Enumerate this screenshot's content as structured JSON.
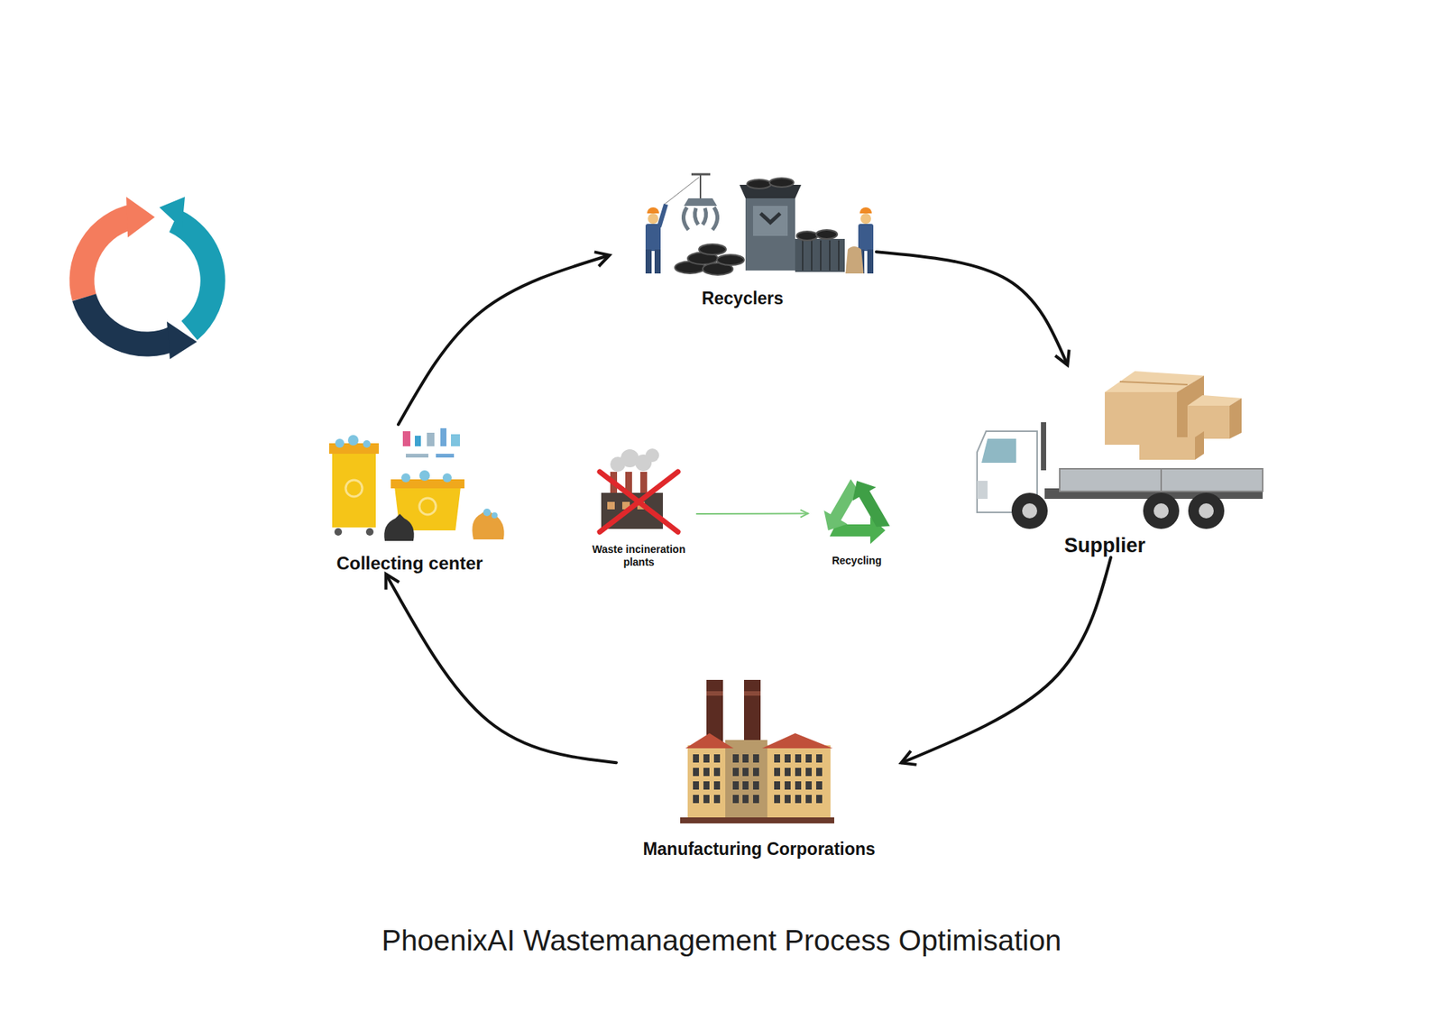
{
  "diagram": {
    "title": "PhoenixAI Wastemanagement Process Optimisation",
    "nodes": [
      {
        "text": [
          "Recyclers"
        ]
      },
      {
        "text": [
          "Collecting center"
        ]
      },
      {
        "text": [
          "Waste incineration plants"
        ]
      },
      {
        "text": [
          "Recycling"
        ]
      },
      {
        "text": [
          "Supplier"
        ]
      },
      {
        "text": [
          "Manufacturing Corporations"
        ]
      }
    ],
    "edges": [
      {
        "from": 1,
        "to": 0,
        "arrow": "to"
      },
      {
        "from": 0,
        "to": 4,
        "arrow": "to"
      },
      {
        "from": 4,
        "to": 5,
        "arrow": "to"
      },
      {
        "from": 5,
        "to": 1,
        "arrow": "to"
      },
      {
        "from": 2,
        "to": 3,
        "arrow": "to"
      }
    ]
  }
}
